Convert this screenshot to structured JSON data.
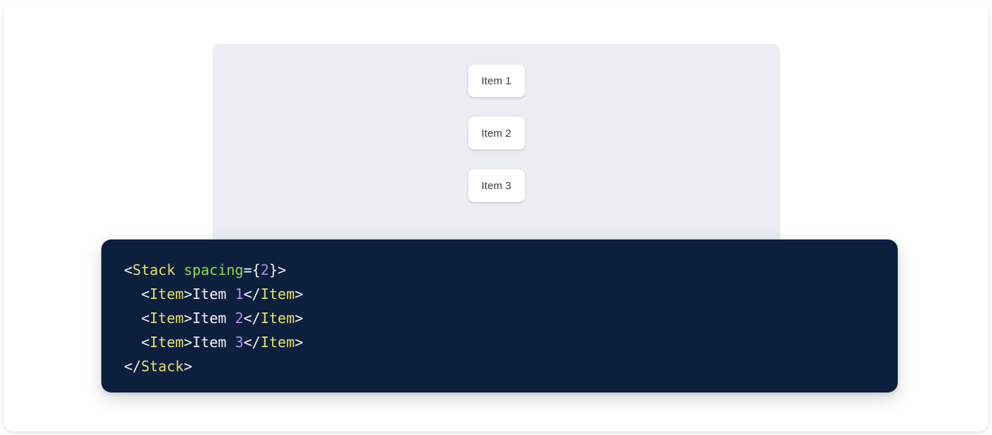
{
  "preview": {
    "panel_background": "#eaedf2",
    "stack": {
      "name": "Stack",
      "spacing": "2",
      "items": [
        {
          "label": "Item 1"
        },
        {
          "label": "Item 2"
        },
        {
          "label": "Item 3"
        }
      ]
    }
  },
  "code": {
    "background": "#0c1f3d",
    "language": "jsx",
    "colors": {
      "punctuation": "#f2f4f8",
      "tag": "#e6e06a",
      "attribute": "#8ddc4b",
      "number": "#ad8cf0",
      "text": "#f2f4f8"
    },
    "raw": "<Stack spacing={2}>\n  <Item>Item 1</Item>\n  <Item>Item 2</Item>\n  <Item>Item 3</Item>\n</Stack>",
    "lines": [
      {
        "indent": "",
        "tokens": [
          {
            "t": "<",
            "c": "punct"
          },
          {
            "t": "Stack",
            "c": "tag"
          },
          {
            "t": " ",
            "c": "punct"
          },
          {
            "t": "spacing",
            "c": "attr"
          },
          {
            "t": "={",
            "c": "punct"
          },
          {
            "t": "2",
            "c": "num"
          },
          {
            "t": "}>",
            "c": "punct"
          }
        ]
      },
      {
        "indent": "  ",
        "tokens": [
          {
            "t": "<",
            "c": "punct"
          },
          {
            "t": "Item",
            "c": "tag"
          },
          {
            "t": ">",
            "c": "punct"
          },
          {
            "t": "Item ",
            "c": "text"
          },
          {
            "t": "1",
            "c": "num"
          },
          {
            "t": "</",
            "c": "punct"
          },
          {
            "t": "Item",
            "c": "tag"
          },
          {
            "t": ">",
            "c": "punct"
          }
        ]
      },
      {
        "indent": "  ",
        "tokens": [
          {
            "t": "<",
            "c": "punct"
          },
          {
            "t": "Item",
            "c": "tag"
          },
          {
            "t": ">",
            "c": "punct"
          },
          {
            "t": "Item ",
            "c": "text"
          },
          {
            "t": "2",
            "c": "num"
          },
          {
            "t": "</",
            "c": "punct"
          },
          {
            "t": "Item",
            "c": "tag"
          },
          {
            "t": ">",
            "c": "punct"
          }
        ]
      },
      {
        "indent": "  ",
        "tokens": [
          {
            "t": "<",
            "c": "punct"
          },
          {
            "t": "Item",
            "c": "tag"
          },
          {
            "t": ">",
            "c": "punct"
          },
          {
            "t": "Item ",
            "c": "text"
          },
          {
            "t": "3",
            "c": "num"
          },
          {
            "t": "</",
            "c": "punct"
          },
          {
            "t": "Item",
            "c": "tag"
          },
          {
            "t": ">",
            "c": "punct"
          }
        ]
      },
      {
        "indent": "",
        "tokens": [
          {
            "t": "</",
            "c": "punct"
          },
          {
            "t": "Stack",
            "c": "tag"
          },
          {
            "t": ">",
            "c": "punct"
          }
        ]
      }
    ]
  }
}
